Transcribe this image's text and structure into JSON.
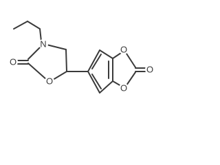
{
  "diagram": {
    "type": "chemical-structure",
    "atoms": {
      "n1": "N",
      "o_carbonyl_left": "O",
      "o_ring_left": "O",
      "o_ring_right_top": "O",
      "o_ring_right_bottom": "O",
      "o_carbonyl_right": "O"
    }
  }
}
